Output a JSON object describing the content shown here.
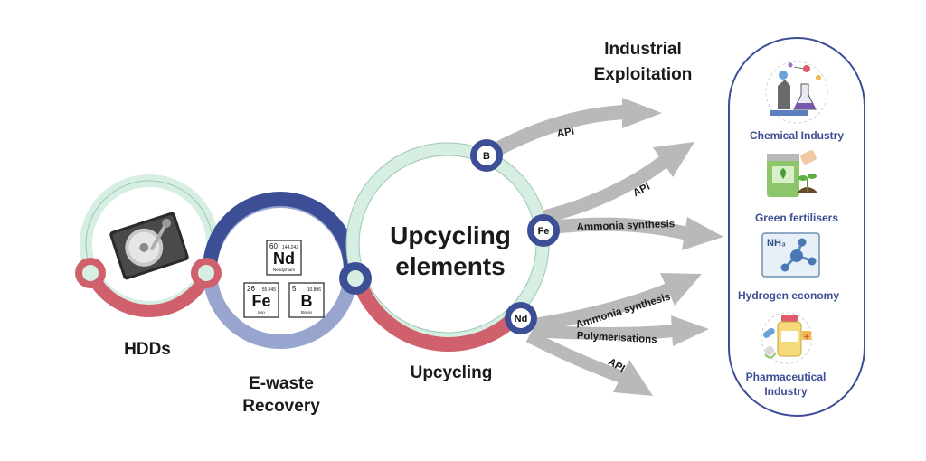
{
  "labels": {
    "hdds": "HDDs",
    "ewaste_line1": "E-waste",
    "ewaste_line2": "Recovery",
    "upcycling": "Upcycling",
    "center_line1": "Upcycling",
    "center_line2": "elements",
    "industrial_line1": "Industrial",
    "industrial_line2": "Exploitation"
  },
  "elements": [
    {
      "number": "60",
      "symbol": "Nd",
      "mass": "144.242",
      "name": "Neodymium"
    },
    {
      "number": "26",
      "symbol": "Fe",
      "mass": "55.845",
      "name": "Iron"
    },
    {
      "number": "5",
      "symbol": "B",
      "mass": "10.806",
      "name": "Boron"
    }
  ],
  "nodes": {
    "b": "B",
    "fe": "Fe",
    "nd": "Nd"
  },
  "arrows": {
    "b_api": "API",
    "fe_api": "API",
    "fe_ammonia": "Ammonia synthesis",
    "nd_ammonia": "Ammonia synthesis",
    "nd_polymer": "Polymerisations",
    "nd_api": "API"
  },
  "industries": {
    "chemical": "Chemical Industry",
    "fertilisers": "Green fertilisers",
    "hydrogen": "Hydrogen economy",
    "pharma_line1": "Pharmaceutical",
    "pharma_line2": "Industry",
    "nh3": "NH₃"
  },
  "colors": {
    "dark_blue": "#3c4f96",
    "light_blue": "#98a6cf",
    "red": "#d0606c",
    "mint": "#d7eee2",
    "teal": "#5f9ea0",
    "arrow_gray": "#b9b9b9"
  }
}
